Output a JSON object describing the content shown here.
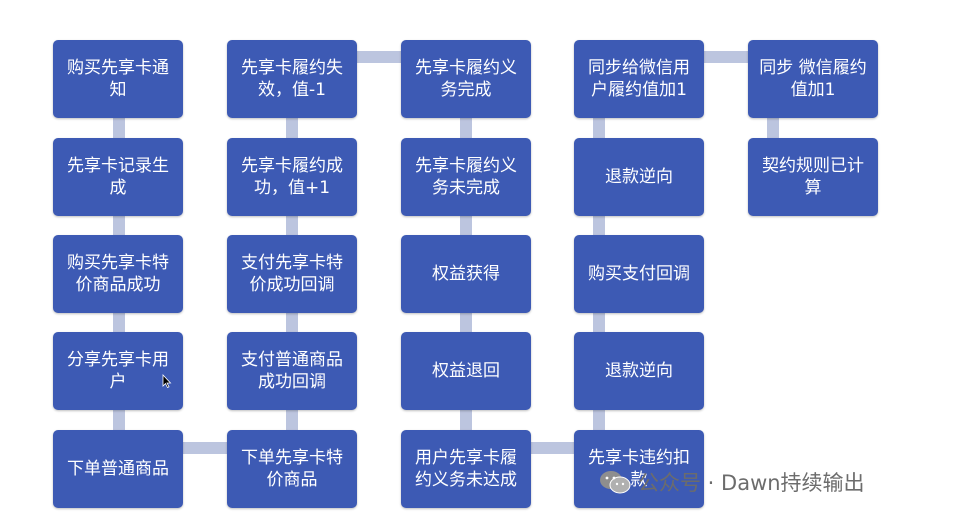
{
  "diagram": {
    "nodes": {
      "c1r1": "购买先享卡通知",
      "c1r2": "先享卡记录生成",
      "c1r3": "购买先享卡特价商品成功",
      "c1r4": "分享先享卡用户",
      "c1r5": "下单普通商品",
      "c2r1": "先享卡履约失效，值-1",
      "c2r2": "先享卡履约成功，值+1",
      "c2r3": "支付先享卡特价成功回调",
      "c2r4": "支付普通商品成功回调",
      "c2r5": "下单先享卡特价商品",
      "c3r1": "先享卡履约义务完成",
      "c3r2": "先享卡履约义务未完成",
      "c3r3": "权益获得",
      "c3r4": "权益退回",
      "c3r5": "用户先享卡履约义务未达成",
      "c4r1": "同步给微信用户履约值加1",
      "c4r2": "退款逆向",
      "c4r3": "购买支付回调",
      "c4r4": "退款逆向",
      "c4r5": "先享卡违约扣款",
      "c5r1": "同步 微信履约值加1",
      "c5r2": "契约规则已计算"
    }
  },
  "watermark": {
    "icon": "wechat-icon",
    "text": "公众号 · Dawn持续输出"
  },
  "colors": {
    "node_fill": "#3d5ab4",
    "connector": "#bcc5df",
    "node_text": "#ffffff"
  }
}
